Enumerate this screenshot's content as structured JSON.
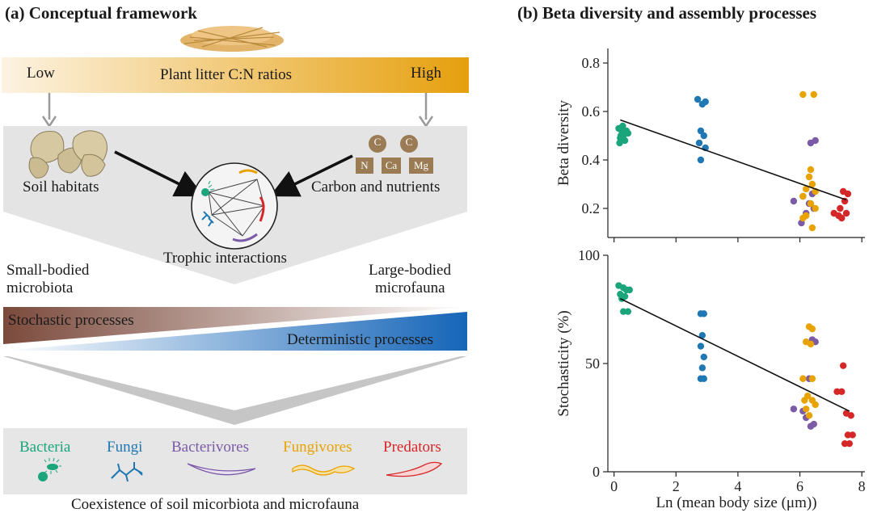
{
  "panel_a": {
    "title": "(a) Conceptual framework",
    "gradient_label": "Plant litter C:N ratios",
    "low_label": "Low",
    "high_label": "High",
    "soil_habitats": "Soil habitats",
    "carbon_nutrients": "Carbon and nutrients",
    "trophic_interactions": "Trophic interactions",
    "small_bodied_1": "Small-bodied",
    "small_bodied_2": "microbiota",
    "large_bodied_1": "Large-bodied",
    "large_bodied_2": "microfauna",
    "stochastic": "Stochastic processes",
    "deterministic": "Deterministic processes",
    "nutrient_boxes": [
      "C",
      "C",
      "N",
      "Ca",
      "Mg"
    ],
    "groups": [
      {
        "label": "Bacteria",
        "color": "#1aa57a"
      },
      {
        "label": "Fungi",
        "color": "#1f78b4"
      },
      {
        "label": "Bacterivores",
        "color": "#7b5aa6"
      },
      {
        "label": "Fungivores",
        "color": "#e8a300"
      },
      {
        "label": "Predators",
        "color": "#d62728"
      }
    ],
    "footer": "Coexistence of soil micorbiota and microfauna"
  },
  "panel_b": {
    "title": "(b) Beta diversity and assembly processes",
    "x_label": "Ln (mean body size (μm))"
  },
  "chart_data": [
    {
      "type": "scatter",
      "ylabel": "Beta diversity",
      "ylim": [
        0.08,
        0.86
      ],
      "yticks": [
        0.2,
        0.4,
        0.6,
        0.8
      ],
      "xlim": [
        -0.2,
        8.1
      ],
      "xticks": [
        0,
        2,
        4,
        6,
        8
      ],
      "trend": {
        "x": [
          0.2,
          7.5
        ],
        "y": [
          0.565,
          0.235
        ]
      },
      "series": [
        {
          "group": "Bacteria",
          "color": "#1aa57a",
          "points": [
            [
              0.15,
              0.53
            ],
            [
              0.25,
              0.52
            ],
            [
              0.3,
              0.5
            ],
            [
              0.2,
              0.49
            ],
            [
              0.35,
              0.48
            ],
            [
              0.4,
              0.52
            ],
            [
              0.18,
              0.47
            ],
            [
              0.28,
              0.54
            ],
            [
              0.45,
              0.51
            ],
            [
              0.22,
              0.5
            ]
          ]
        },
        {
          "group": "Fungi",
          "color": "#1f78b4",
          "points": [
            [
              2.7,
              0.65
            ],
            [
              2.85,
              0.63
            ],
            [
              2.95,
              0.64
            ],
            [
              2.8,
              0.52
            ],
            [
              2.9,
              0.5
            ],
            [
              2.75,
              0.47
            ],
            [
              2.95,
              0.45
            ],
            [
              2.8,
              0.4
            ]
          ]
        },
        {
          "group": "Bacterivores",
          "color": "#7b5aa6",
          "points": [
            [
              6.35,
              0.47
            ],
            [
              6.5,
              0.48
            ],
            [
              5.8,
              0.23
            ],
            [
              6.1,
              0.25
            ],
            [
              6.3,
              0.22
            ],
            [
              6.45,
              0.2
            ],
            [
              6.2,
              0.18
            ],
            [
              6.05,
              0.14
            ],
            [
              6.4,
              0.26
            ]
          ]
        },
        {
          "group": "Fungivores",
          "color": "#e8a300",
          "points": [
            [
              6.1,
              0.67
            ],
            [
              6.45,
              0.67
            ],
            [
              6.35,
              0.36
            ],
            [
              6.3,
              0.33
            ],
            [
              6.4,
              0.3
            ],
            [
              6.2,
              0.28
            ],
            [
              6.5,
              0.27
            ],
            [
              6.1,
              0.25
            ],
            [
              6.35,
              0.22
            ],
            [
              6.5,
              0.2
            ],
            [
              6.2,
              0.17
            ],
            [
              6.1,
              0.16
            ],
            [
              6.4,
              0.12
            ]
          ]
        },
        {
          "group": "Predators",
          "color": "#d62728",
          "points": [
            [
              7.4,
              0.27
            ],
            [
              7.55,
              0.26
            ],
            [
              7.45,
              0.23
            ],
            [
              7.3,
              0.2
            ],
            [
              7.1,
              0.18
            ],
            [
              7.25,
              0.17
            ],
            [
              7.35,
              0.16
            ],
            [
              7.5,
              0.18
            ]
          ]
        }
      ]
    },
    {
      "type": "scatter",
      "ylabel": "Stochasticity (%)",
      "ylim": [
        0,
        100
      ],
      "yticks": [
        0,
        50,
        100
      ],
      "xlim": [
        -0.2,
        8.1
      ],
      "xticks": [
        0,
        2,
        4,
        6,
        8
      ],
      "trend": {
        "x": [
          0.2,
          7.6
        ],
        "y": [
          80,
          28
        ]
      },
      "series": [
        {
          "group": "Bacteria",
          "color": "#1aa57a",
          "points": [
            [
              0.15,
              86
            ],
            [
              0.3,
              85
            ],
            [
              0.4,
              84
            ],
            [
              0.2,
              82
            ],
            [
              0.35,
              81
            ],
            [
              0.25,
              80
            ],
            [
              0.3,
              74
            ],
            [
              0.45,
              74
            ],
            [
              0.5,
              84
            ]
          ]
        },
        {
          "group": "Fungi",
          "color": "#1f78b4",
          "points": [
            [
              2.8,
              73
            ],
            [
              2.9,
              73
            ],
            [
              2.85,
              63
            ],
            [
              2.8,
              58
            ],
            [
              2.9,
              53
            ],
            [
              2.85,
              48
            ],
            [
              2.8,
              43
            ],
            [
              2.9,
              43
            ]
          ]
        },
        {
          "group": "Bacterivores",
          "color": "#7b5aa6",
          "points": [
            [
              6.4,
              61
            ],
            [
              6.5,
              60
            ],
            [
              6.3,
              43
            ],
            [
              5.8,
              29
            ],
            [
              6.1,
              28
            ],
            [
              6.2,
              25
            ],
            [
              6.35,
              21
            ],
            [
              6.45,
              22
            ]
          ]
        },
        {
          "group": "Fungivores",
          "color": "#e8a300",
          "points": [
            [
              6.3,
              67
            ],
            [
              6.4,
              66
            ],
            [
              6.2,
              60
            ],
            [
              6.35,
              59
            ],
            [
              6.1,
              43
            ],
            [
              6.4,
              43
            ],
            [
              6.25,
              35
            ],
            [
              6.4,
              33
            ],
            [
              6.15,
              33
            ],
            [
              6.5,
              31
            ],
            [
              6.2,
              29
            ],
            [
              6.3,
              26
            ]
          ]
        },
        {
          "group": "Predators",
          "color": "#d62728",
          "points": [
            [
              7.4,
              49
            ],
            [
              7.2,
              37
            ],
            [
              7.35,
              37
            ],
            [
              7.5,
              27
            ],
            [
              7.65,
              26
            ],
            [
              7.55,
              17
            ],
            [
              7.7,
              17
            ],
            [
              7.45,
              13
            ],
            [
              7.6,
              13
            ]
          ]
        }
      ]
    }
  ]
}
